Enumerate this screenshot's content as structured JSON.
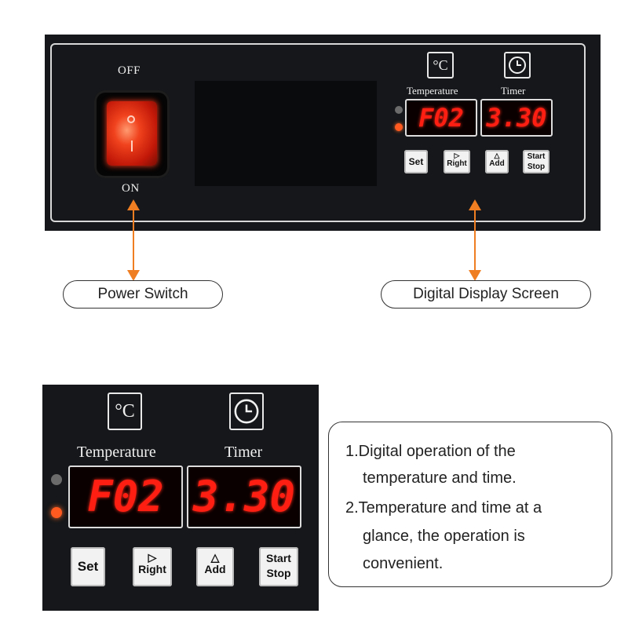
{
  "panel": {
    "switch": {
      "off_label": "OFF",
      "on_label": "ON",
      "on_symbol": "O",
      "off_symbol": "I"
    },
    "temperature_icon": "°C",
    "temperature_label": "Temperature",
    "timer_label": "Timer",
    "temperature_display": "F02",
    "timer_display": "3.30",
    "buttons": {
      "set": "Set",
      "right": "Right",
      "add": "Add",
      "start": "Start",
      "stop": "Stop"
    }
  },
  "callouts": {
    "power_switch": "Power Switch",
    "digital_display": "Digital Display Screen"
  },
  "notes": {
    "line1": "1.Digital operation of the",
    "line2": "temperature and time.",
    "line3": "2.Temperature and time at a",
    "line4": "glance, the operation is",
    "line5": "convenient."
  },
  "colors": {
    "accent_arrow": "#ef7d22",
    "led_red": "#ff1f12",
    "panel_bg": "#15171a"
  }
}
